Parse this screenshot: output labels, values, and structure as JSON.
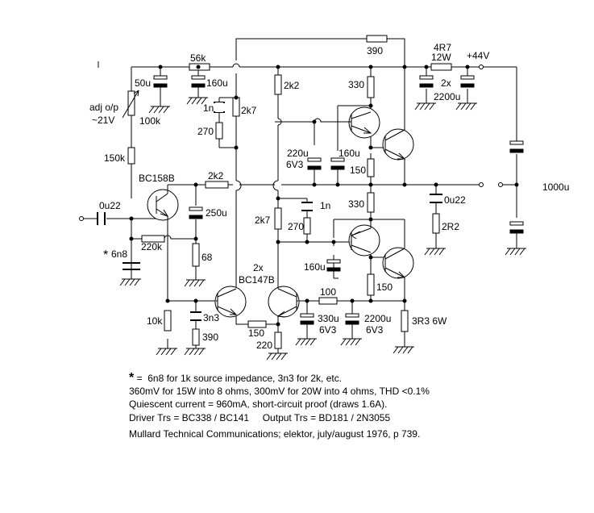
{
  "labels": {
    "r56k": "56k",
    "r390top": "390",
    "r4r7": "4R7",
    "r4r7b": "12W",
    "vsupply": "+44V",
    "c50u": "50u",
    "c160u_a": "160u",
    "c2x": "2x",
    "c2200u": "2200u",
    "adj1": "adj o/p",
    "adj2": "~21V",
    "pot100k": "100k",
    "r2k2_a": "2k2",
    "r2k7_a": "2k7",
    "c1n_a": "1n",
    "r270_a": "270",
    "r330_a": "330",
    "c220u": "220u",
    "c6v3_a": "6V3",
    "c160u_b": "160u",
    "r150_a": "150",
    "r150k": "150k",
    "q_bc158b": "BC158B",
    "r2k2_b": "2k2",
    "c1000u": "1000u",
    "c0u22_in": "0u22",
    "c250u": "250u",
    "r330_b": "330",
    "c0u22_out": "0u22",
    "r2k7_b": "2k7",
    "c1n_b": "1n",
    "r270_b": "270",
    "r2r2": "2R2",
    "c6n8": "6n8",
    "star": "*",
    "r220k": "220k",
    "r68": "68",
    "q2x": "2x",
    "q_bc147b": "BC147B",
    "c160u_c": "160u",
    "r150_b": "150",
    "r100": "100",
    "r10k": "10k",
    "c3n3": "3n3",
    "r390_b": "390",
    "r150_c": "150",
    "c330u": "330u",
    "c6v3_b": "6V3",
    "c2200u_b": "2200u",
    "c6v3_c": "6V3",
    "r3r3": "3R3 6W",
    "r220": "220"
  },
  "notes": {
    "line1_star": "*",
    "line1_text": " =  6n8 for 1k source impedance, 3n3 for 2k, etc.",
    "line2": "360mV for 15W into 8 ohms, 300mV for 20W into 4 ohms, THD <0.1%",
    "line3": "Quiescent current = 960mA, short-circuit proof (draws 1.6A).",
    "line4": "Driver Trs = BC338 / BC141     Output Trs = BD181 / 2N3055",
    "line5": "Mullard Technical Communications; elektor, july/august 1976, p 739."
  }
}
